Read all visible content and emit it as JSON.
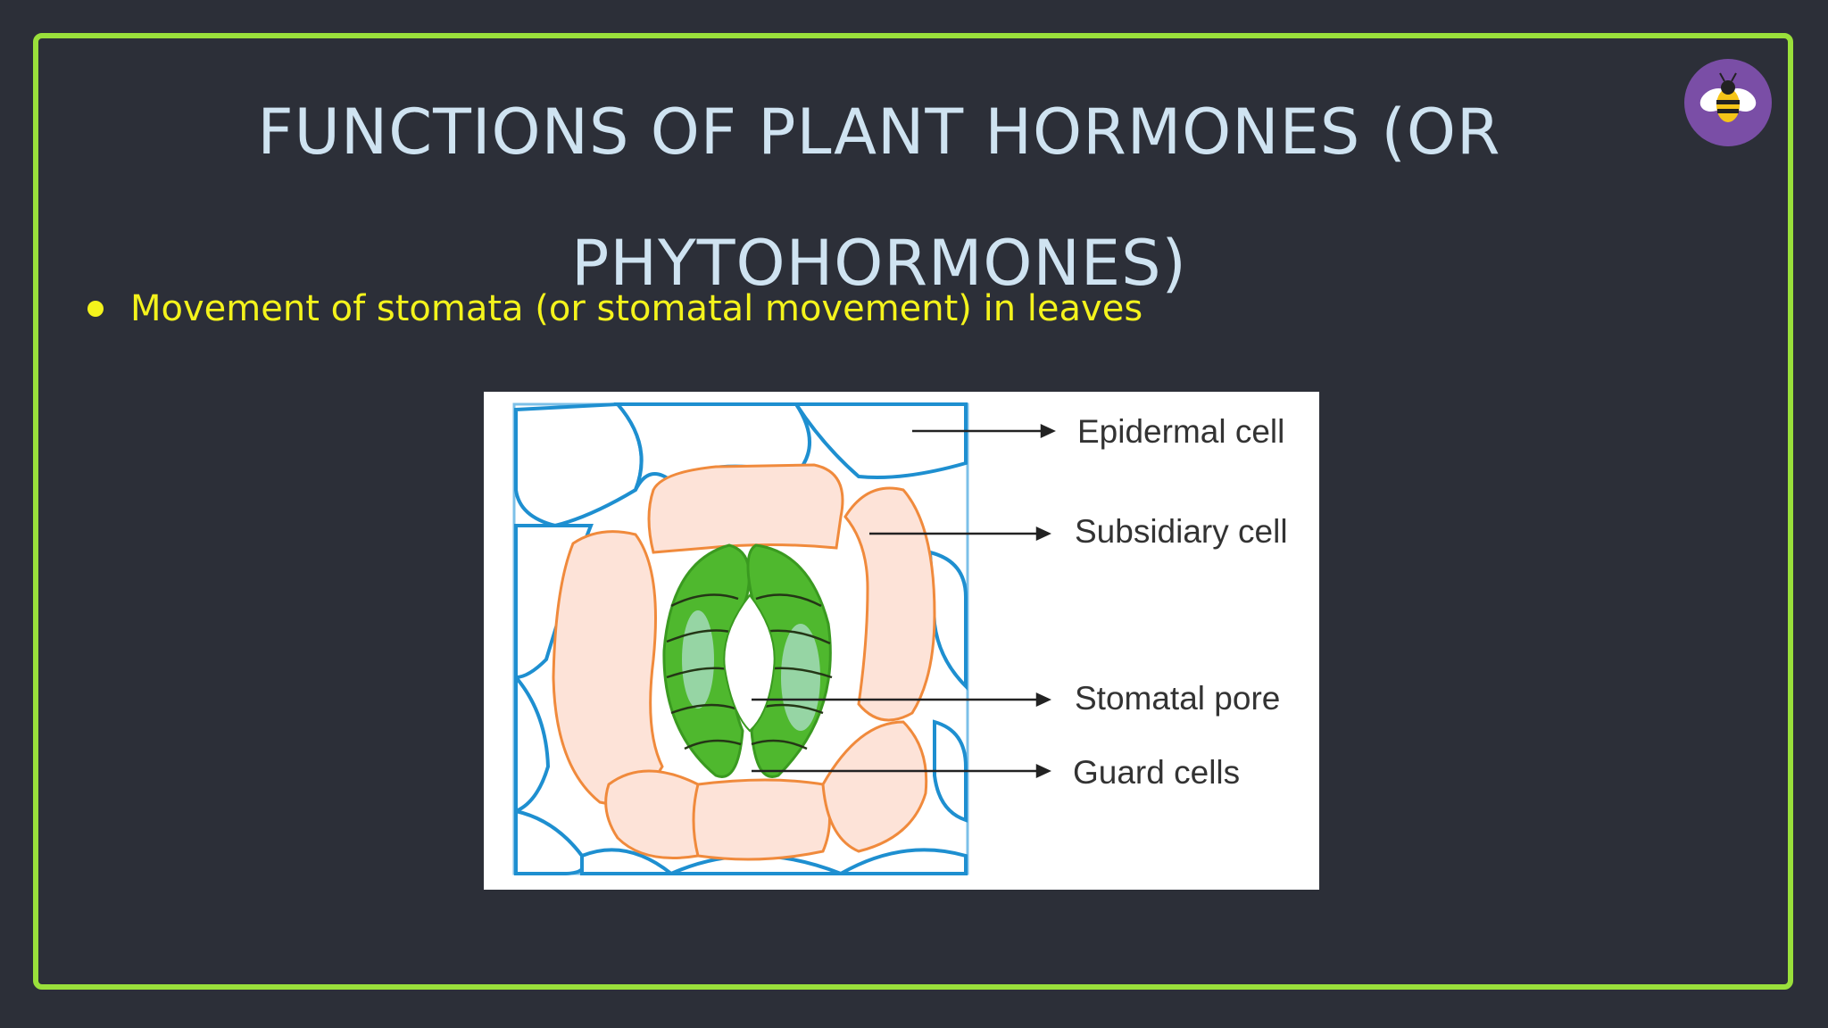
{
  "slide": {
    "title_line1": "FUNCTIONS OF PLANT HORMONES (OR",
    "title_line2": "PHYTOHORMONES)",
    "bullets": [
      {
        "text": "Movement of stomata (or stomatal movement) in leaves"
      }
    ]
  },
  "logo": {
    "icon": "bee-icon"
  },
  "diagram": {
    "labels": {
      "epidermal_cell": "Epidermal cell",
      "subsidiary_cell": "Subsidiary cell",
      "stomatal_pore": "Stomatal pore",
      "guard_cells": "Guard cells"
    }
  },
  "colors": {
    "background": "#2c2f38",
    "frame": "#9ae03b",
    "title": "#cfe3f1",
    "bullet": "#f4f31c",
    "logo_bg": "#7a4ea6",
    "epidermal_outline": "#1e8fd0",
    "subsidiary_fill": "#fde3d8",
    "subsidiary_outline": "#f08a3c",
    "guard_cell": "#4fb82e"
  }
}
